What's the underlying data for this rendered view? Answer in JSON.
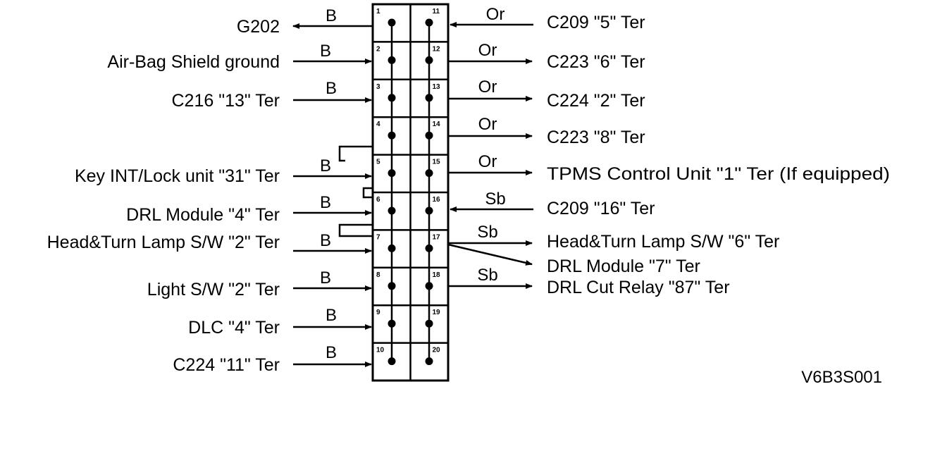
{
  "connector": {
    "pins_left": [
      "1",
      "2",
      "3",
      "4",
      "5",
      "6",
      "7",
      "8",
      "9",
      "10"
    ],
    "pins_right": [
      "11",
      "12",
      "13",
      "14",
      "15",
      "16",
      "17",
      "18",
      "19",
      "20"
    ]
  },
  "left": [
    {
      "pin": 1,
      "label": "G202",
      "wire": "B",
      "dir": "out"
    },
    {
      "pin": 2,
      "label": "Air-Bag Shield ground",
      "wire": "B",
      "dir": "in"
    },
    {
      "pin": 3,
      "label": "C216 \"13\" Ter",
      "wire": "B",
      "dir": "in"
    },
    {
      "pin": 5,
      "label": "Key INT/Lock unit \"31\" Ter",
      "wire": "B",
      "dir": "in"
    },
    {
      "pin": 6,
      "label": "DRL Module \"4\" Ter",
      "wire": "B",
      "dir": "in"
    },
    {
      "pin": 7,
      "label": "Head&Turn Lamp S/W \"2\" Ter",
      "wire": "B",
      "dir": "in"
    },
    {
      "pin": 8,
      "label": "Light S/W \"2\" Ter",
      "wire": "B",
      "dir": "in"
    },
    {
      "pin": 9,
      "label": "DLC \"4\" Ter",
      "wire": "B",
      "dir": "in"
    },
    {
      "pin": 10,
      "label": "C224 \"11\" Ter",
      "wire": "B",
      "dir": "in"
    }
  ],
  "right": [
    {
      "pin": 11,
      "label": "C209 \"5\" Ter",
      "wire": "Or",
      "dir": "in"
    },
    {
      "pin": 12,
      "label": "C223 \"6\" Ter",
      "wire": "Or",
      "dir": "out"
    },
    {
      "pin": 13,
      "label": "C224 \"2\" Ter",
      "wire": "Or",
      "dir": "out"
    },
    {
      "pin": 14,
      "label": "C223 \"8\" Ter",
      "wire": "Or",
      "dir": "out"
    },
    {
      "pin": 15,
      "label": "TPMS Control Unit \"1\" Ter (If equipped)",
      "wire": "Or",
      "dir": "out"
    },
    {
      "pin": 16,
      "label": "C209 \"16\" Ter",
      "wire": "Sb",
      "dir": "in"
    },
    {
      "pin": 17,
      "label": "Head&Turn Lamp S/W \"6\" Ter",
      "wire": "Sb",
      "dir": "out"
    },
    {
      "pin": 17,
      "label": "DRL Module \"7\" Ter",
      "wire": "",
      "dir": "out"
    },
    {
      "pin": 18,
      "label": "DRL Cut Relay \"87\" Ter",
      "wire": "Sb",
      "dir": "out"
    }
  ],
  "figure_code": "V6B3S001"
}
